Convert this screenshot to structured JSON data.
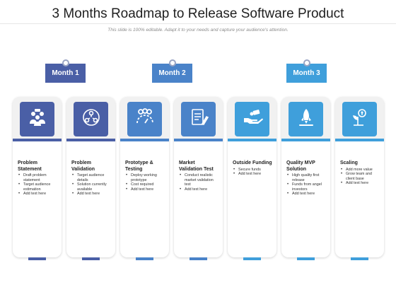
{
  "title": "3 Months Roadmap to Release Software Product",
  "subtitle": "This slide is 100% editable. Adapt it to your needs and capture your audience's attention.",
  "colors": {
    "dark": "#4a5fa6",
    "mid": "#4a83c9",
    "light": "#3f9fdb"
  },
  "months": [
    {
      "label": "Month 1",
      "color": "#4a5fa6"
    },
    {
      "label": "Month 2",
      "color": "#4a83c9"
    },
    {
      "label": "Month 3",
      "color": "#3f9fdb"
    }
  ],
  "stages": [
    {
      "title": "Problem Statement",
      "icon": "team-discussion-icon",
      "color": "#4a5fa6",
      "bullets": [
        "Draft problem statement",
        "Target audience estimation",
        "Add text here"
      ]
    },
    {
      "title": "Problem Validation",
      "icon": "network-check-icon",
      "color": "#4a5fa6",
      "bullets": [
        "Target audience details",
        "Solution currently available",
        "Add text here"
      ]
    },
    {
      "title": "Prototype & Testing",
      "icon": "gauge-dollar-icon",
      "color": "#4a83c9",
      "bullets": [
        "Deploy working prototype",
        "Cost required",
        "Add text here"
      ]
    },
    {
      "title": "Market Validation Test",
      "icon": "checklist-pen-icon",
      "color": "#4a83c9",
      "bullets": [
        "Conduct realistic market validation test",
        "Add text here"
      ]
    },
    {
      "title": "Outside Funding",
      "icon": "hand-money-icon",
      "color": "#3f9fdb",
      "bullets": [
        "Secure funds",
        "Add text here"
      ]
    },
    {
      "title": "Quality MVP Solution",
      "icon": "rocket-launch-icon",
      "color": "#3f9fdb",
      "bullets": [
        "High quality first release",
        "Funds from angel investors",
        "Add text here"
      ]
    },
    {
      "title": "Scaling",
      "icon": "growth-plant-icon",
      "color": "#3f9fdb",
      "bullets": [
        "Add more value",
        "Grow team and client base",
        "Add text here"
      ]
    }
  ]
}
